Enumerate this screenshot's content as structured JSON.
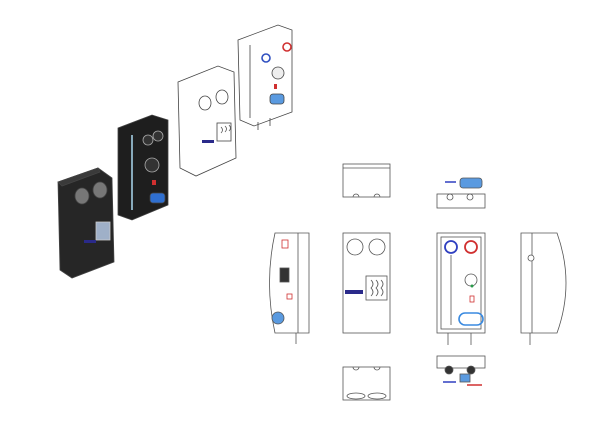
{
  "colors": {
    "background": "#ffffff",
    "line": "#555555",
    "black_cover": "#222222",
    "blue_accent": "#2f6fd0",
    "red_accent": "#d03030",
    "navy_label": "#2a2a8a",
    "green_accent": "#2a9a4a"
  },
  "views": [
    "isometric-exploded",
    "top",
    "front-cover",
    "left-side",
    "front-open",
    "right-side",
    "bottom"
  ]
}
